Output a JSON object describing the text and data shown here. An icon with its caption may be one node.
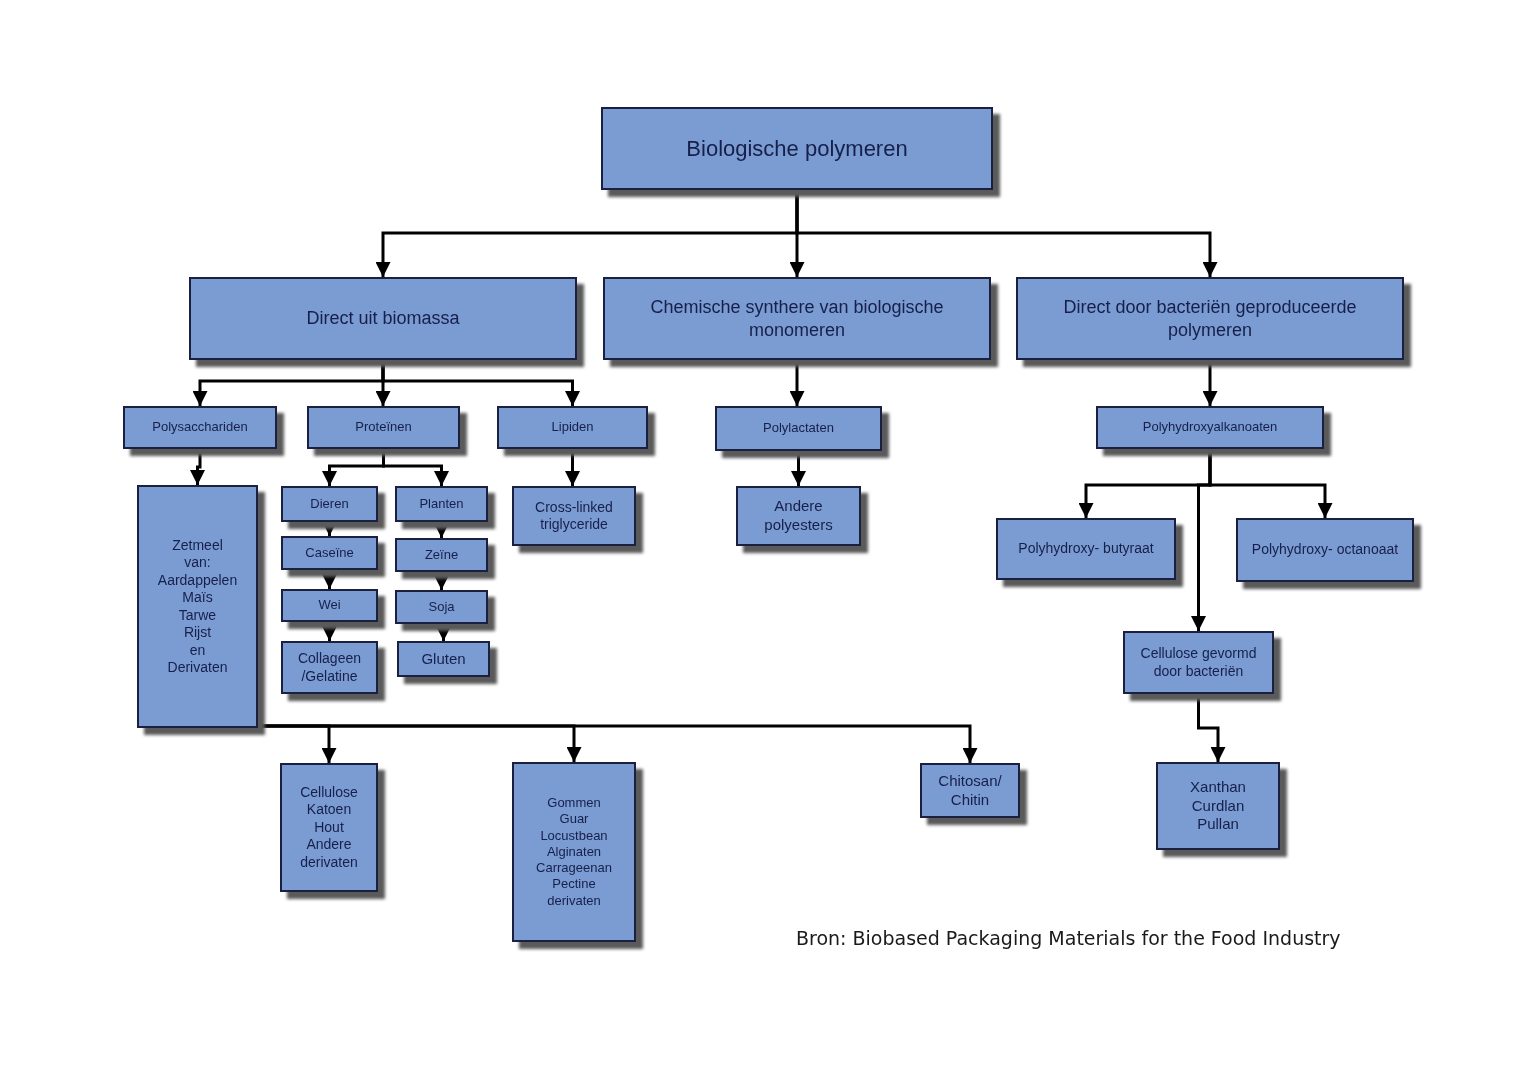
{
  "diagram": {
    "nodes": [
      {
        "text": [
          "Biologische polymeren"
        ]
      },
      {
        "text": [
          "Direct uit biomassa"
        ]
      },
      {
        "text": [
          "Chemische synthere van biologische monomeren"
        ]
      },
      {
        "text": [
          "Direct door bacteriën geproduceerde polymeren"
        ]
      },
      {
        "text": [
          "Polysacchariden"
        ]
      },
      {
        "text": [
          "Proteïnen"
        ]
      },
      {
        "text": [
          "Lipiden"
        ]
      },
      {
        "text": [
          "Polylactaten"
        ]
      },
      {
        "text": [
          "Polyhydroxyalkanoaten"
        ]
      },
      {
        "text": [
          "Zetmeel",
          "van:",
          "Aardappelen",
          "Maïs",
          "Tarwe",
          "Rijst",
          "en",
          "Derivaten"
        ]
      },
      {
        "text": [
          "Dieren"
        ]
      },
      {
        "text": [
          "Planten"
        ]
      },
      {
        "text": [
          "Caseïne"
        ]
      },
      {
        "text": [
          "Zeïne"
        ]
      },
      {
        "text": [
          "Wei"
        ]
      },
      {
        "text": [
          "Soja"
        ]
      },
      {
        "text": [
          "Collageen /Gelatine"
        ]
      },
      {
        "text": [
          "Gluten"
        ]
      },
      {
        "text": [
          "Cross-linked triglyceride"
        ]
      },
      {
        "text": [
          "Andere polyesters"
        ]
      },
      {
        "text": [
          "Polyhydroxy- butyraat"
        ]
      },
      {
        "text": [
          "Polyhydroxy- octanoaat"
        ]
      },
      {
        "text": [
          "Cellulose gevormd door bacteriën"
        ]
      },
      {
        "text": [
          "Cellulose",
          "Katoen",
          "Hout",
          "Andere",
          "derivaten"
        ]
      },
      {
        "text": [
          "Gommen",
          "Guar",
          "Locustbean",
          "Alginaten",
          "Carrageenan",
          "Pectine",
          "derivaten"
        ]
      },
      {
        "text": [
          "Chitosan/ Chitin"
        ]
      },
      {
        "text": [
          "Xanthan",
          "Curdlan",
          "Pullan"
        ]
      }
    ],
    "edges": [
      {
        "from": 0,
        "to": 1,
        "arrow": "to"
      },
      {
        "from": 0,
        "to": 2,
        "arrow": "to"
      },
      {
        "from": 0,
        "to": 3,
        "arrow": "to"
      },
      {
        "from": 1,
        "to": 4,
        "arrow": "to"
      },
      {
        "from": 1,
        "to": 5,
        "arrow": "to"
      },
      {
        "from": 1,
        "to": 6,
        "arrow": "to"
      },
      {
        "from": 2,
        "to": 7,
        "arrow": "to"
      },
      {
        "from": 3,
        "to": 8,
        "arrow": "to"
      },
      {
        "from": 4,
        "to": 9,
        "arrow": "to"
      },
      {
        "from": 5,
        "to": 10,
        "arrow": "to"
      },
      {
        "from": 5,
        "to": 11,
        "arrow": "to"
      },
      {
        "from": 6,
        "to": 18,
        "arrow": "to"
      },
      {
        "from": 7,
        "to": 19,
        "arrow": "to"
      },
      {
        "from": 8,
        "to": 20,
        "arrow": "to"
      },
      {
        "from": 8,
        "to": 21,
        "arrow": "to"
      },
      {
        "from": 8,
        "to": 22,
        "arrow": "to"
      },
      {
        "from": 10,
        "to": 12,
        "arrow": "to"
      },
      {
        "from": 12,
        "to": 14,
        "arrow": "to"
      },
      {
        "from": 14,
        "to": 16,
        "arrow": "to"
      },
      {
        "from": 11,
        "to": 13,
        "arrow": "to"
      },
      {
        "from": 13,
        "to": 15,
        "arrow": "to"
      },
      {
        "from": 15,
        "to": 17,
        "arrow": "to"
      },
      {
        "from": 9,
        "to": 23,
        "arrow": "to"
      },
      {
        "from": 9,
        "to": 24,
        "arrow": "to"
      },
      {
        "from": 9,
        "to": 25,
        "arrow": "to"
      },
      {
        "from": 22,
        "to": 26,
        "arrow": "to"
      }
    ],
    "labels": [
      "Bron: Biobased Packaging Materials for the Food Industry"
    ]
  }
}
